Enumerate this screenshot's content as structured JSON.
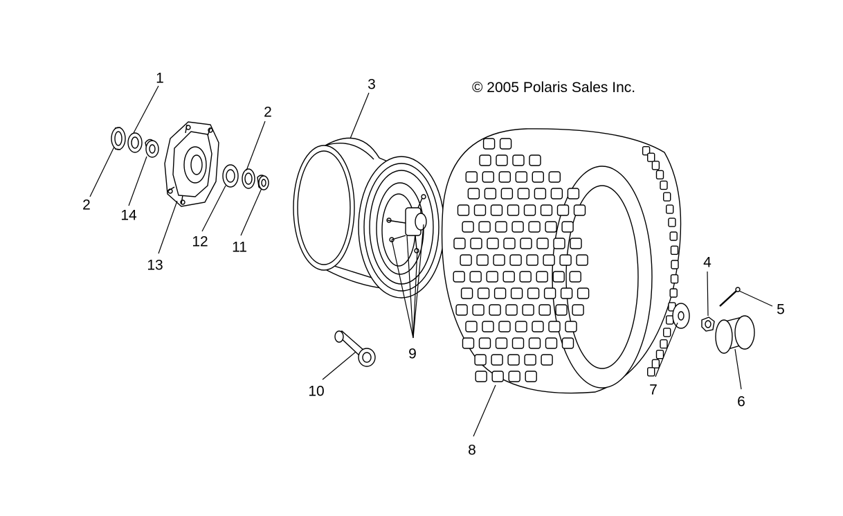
{
  "copyright": "© 2005 Polaris Sales Inc.",
  "callouts": [
    {
      "id": "c1",
      "label": "1"
    },
    {
      "id": "c2a",
      "label": "2"
    },
    {
      "id": "c14",
      "label": "14"
    },
    {
      "id": "c13",
      "label": "13"
    },
    {
      "id": "c2b",
      "label": "2"
    },
    {
      "id": "c12",
      "label": "12"
    },
    {
      "id": "c11",
      "label": "11"
    },
    {
      "id": "c3",
      "label": "3"
    },
    {
      "id": "c9",
      "label": "9"
    },
    {
      "id": "c10",
      "label": "10"
    },
    {
      "id": "c8",
      "label": "8"
    },
    {
      "id": "c7",
      "label": "7"
    },
    {
      "id": "c4",
      "label": "4"
    },
    {
      "id": "c5",
      "label": "5"
    },
    {
      "id": "c6",
      "label": "6"
    }
  ]
}
